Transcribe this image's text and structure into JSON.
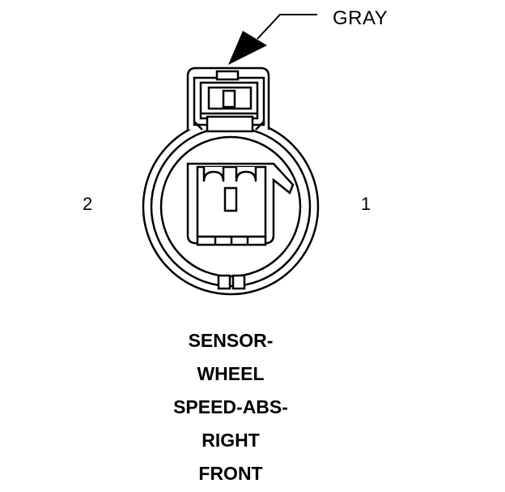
{
  "callout": {
    "label": "GRAY"
  },
  "pins": {
    "left": "2",
    "right": "1"
  },
  "title_lines": [
    "SENSOR-",
    "WHEEL",
    "SPEED-ABS-",
    "RIGHT",
    "FRONT"
  ],
  "colors": {
    "ink": "#000000",
    "background": "#ffffff"
  }
}
